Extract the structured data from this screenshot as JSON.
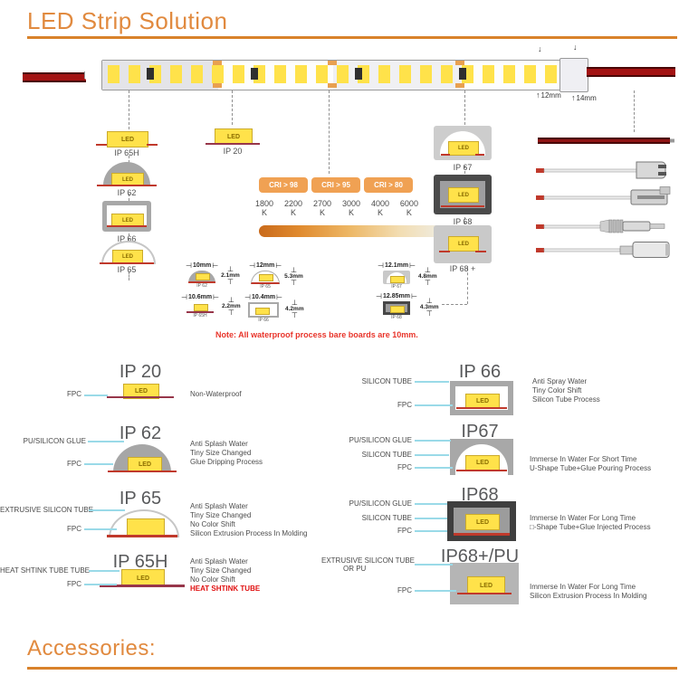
{
  "header": {
    "title": "LED Strip Solution"
  },
  "footer": {
    "title": "Accessories:"
  },
  "led_text": "LED",
  "note": "Note: All waterproof process bare boards are 10mm.",
  "strip": {
    "dims": [
      "12mm",
      "14mm"
    ]
  },
  "top": {
    "left_icons": [
      "IP 65H",
      "IP 62",
      "IP 66",
      "IP 65"
    ],
    "mid_icon": "IP 20",
    "right_icons": [
      "IP 67",
      "IP 68",
      "IP 68 +"
    ],
    "cri_badges": [
      "CRI > 98",
      "CRI > 95",
      "CRI > 80"
    ],
    "temps": [
      "1800",
      "2200",
      "2700",
      "3000",
      "4000",
      "6000"
    ],
    "temp_unit": "K"
  },
  "dims_left": [
    {
      "w": "10mm",
      "h": "2.1mm",
      "tag": "IP 62"
    },
    {
      "w": "12mm",
      "h": "5.3mm",
      "tag": "IP 65"
    },
    {
      "w": "10.6mm",
      "h": "2.2mm",
      "tag": "IP 65H"
    },
    {
      "w": "10.4mm",
      "h": "4.2mm",
      "tag": "IP 66"
    }
  ],
  "dims_right": [
    {
      "w": "12.1mm",
      "h": "4.8mm",
      "tag": "IP 67"
    },
    {
      "w": "12.85mm",
      "h": "4.3mm",
      "tag": "IP 68"
    }
  ],
  "left_rows": [
    {
      "title": "IP 20",
      "labels": [
        "FPC"
      ],
      "desc": [
        "Non-Waterproof"
      ]
    },
    {
      "title": "IP 62",
      "labels": [
        "PU/SILICON GLUE",
        "FPC"
      ],
      "desc": [
        "Anti Splash Water",
        "Tiny Size Changed",
        "Glue Dripping Process"
      ]
    },
    {
      "title": "IP 65",
      "labels": [
        "EXTRUSIVE SILICON TUBE",
        "FPC"
      ],
      "desc": [
        "Anti Splash Water",
        "Tiny Size Changed",
        "No Color Shift",
        "Silicon Extrusion Process In Molding"
      ]
    },
    {
      "title": "IP 65H",
      "labels": [
        "HEAT SHTINK TUBE TUBE",
        "FPC"
      ],
      "desc": [
        "Anti Splash Water",
        "Tiny Size Changed",
        "No Color Shift"
      ],
      "desc_red": "HEAT SHTINK TUBE"
    }
  ],
  "right_rows": [
    {
      "title": "IP 66",
      "labels": [
        "SILICON TUBE",
        "FPC"
      ],
      "desc": [
        "Anti Spray Water",
        "Tiny Color Shift",
        "Silicon Tube Process"
      ]
    },
    {
      "title": "IP67",
      "labels": [
        "PU/SILICON GLUE",
        "SILICON TUBE",
        "FPC"
      ],
      "desc": [
        "Immerse In Water For Short Time",
        "U-Shape Tube+Glue Pouring Process"
      ]
    },
    {
      "title": "IP68",
      "labels": [
        "PU/SILICON GLUE",
        "SILICON TUBE",
        "FPC"
      ],
      "desc": [
        "Immerse In Water For Long Time",
        "□-Shape Tube+Glue Injected Process"
      ]
    },
    {
      "title": "IP68+/PU",
      "labels": [
        "EXTRUSIVE SILICON TUBE",
        "OR PU",
        "FPC"
      ],
      "desc": [
        "Immerse In Water For Long Time",
        "Silicon Extrusion Process In Molding"
      ]
    }
  ],
  "colors": {
    "accent": "#E18A3F",
    "badge": "#F0A153",
    "led": "#FFE24A",
    "note_red": "#E8342A"
  }
}
